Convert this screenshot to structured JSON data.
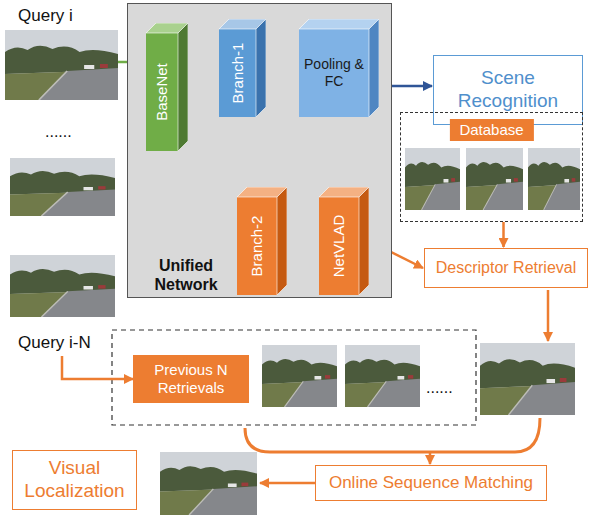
{
  "diagram": {
    "nodes": [
      {
        "text": [
          "Unified Network"
        ]
      },
      {
        "text": [
          "BaseNet"
        ],
        "in": 0
      },
      {
        "text": [
          "Branch-1"
        ],
        "in": 0
      },
      {
        "text": [
          "Pooling & FC"
        ],
        "in": 0
      },
      {
        "text": [
          "Branch-2"
        ],
        "in": 0
      },
      {
        "text": [
          "NetVLAD"
        ],
        "in": 0
      },
      {
        "text": [
          "Scene Recognition"
        ]
      },
      {
        "text": [
          "Database"
        ]
      },
      {
        "text": [
          "Descriptor Retrieval"
        ]
      },
      {
        "text": [
          "Previous N Retrievals"
        ]
      },
      {
        "text": [
          "Online Sequence Matching"
        ]
      },
      {
        "text": [
          "Visual Localization"
        ]
      }
    ],
    "edges": [
      {
        "from": 1,
        "to": 2,
        "arrow": "to"
      },
      {
        "from": 2,
        "to": 3,
        "arrow": "to"
      },
      {
        "from": 3,
        "to": 6,
        "arrow": "to"
      },
      {
        "from": 1,
        "to": 4,
        "arrow": "to"
      },
      {
        "from": 4,
        "to": 5,
        "arrow": "to"
      },
      {
        "from": 5,
        "to": 8,
        "arrow": "to"
      },
      {
        "from": 7,
        "to": 8,
        "arrow": "to"
      }
    ],
    "labels": [
      "Query i",
      "......",
      "Query i-N",
      "......"
    ]
  }
}
